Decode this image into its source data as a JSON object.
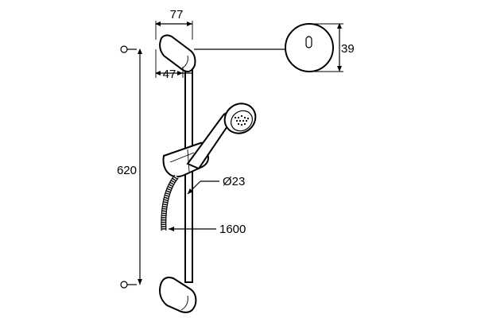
{
  "dimensions": {
    "bracket_depth": "77",
    "bracket_offset": "47",
    "rosette_height": "39",
    "bar_length": "620",
    "bar_diameter": "Ø23",
    "hose_length": "1600"
  }
}
